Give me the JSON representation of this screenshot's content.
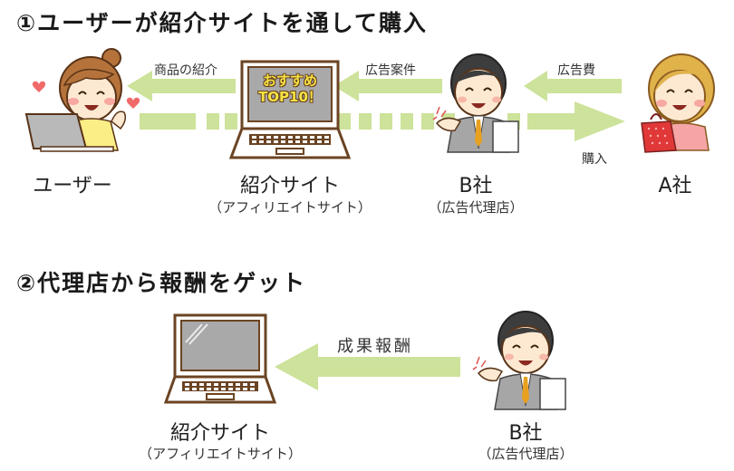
{
  "section1": {
    "title": "①ユーザーが紹介サイトを通して購入",
    "actors": {
      "user": {
        "label": "ユーザー"
      },
      "site": {
        "label": "紹介サイト",
        "sub": "（アフィリエイトサイト）",
        "screen_line1": "おすすめ",
        "screen_line2": "TOP10！"
      },
      "agency": {
        "label": "B社",
        "sub": "（広告代理店）"
      },
      "advertiser": {
        "label": "A社"
      }
    },
    "arrows": {
      "site_to_user": "商品の紹介",
      "agency_to_site": "広告案件",
      "advertiser_to_agency": "広告費",
      "user_to_advertiser": "購入"
    }
  },
  "section2": {
    "title": "②代理店から報酬をゲット",
    "actors": {
      "site": {
        "label": "紹介サイト",
        "sub": "（アフィリエイトサイト）"
      },
      "agency": {
        "label": "B社",
        "sub": "（広告代理店）"
      }
    },
    "arrows": {
      "agency_to_site": "成果報酬"
    }
  },
  "colors": {
    "arrow": "#cde29a",
    "laptop_brown": "#6b4423",
    "screen_gray": "#a9a9a9",
    "screen_text": "#f5e342"
  }
}
